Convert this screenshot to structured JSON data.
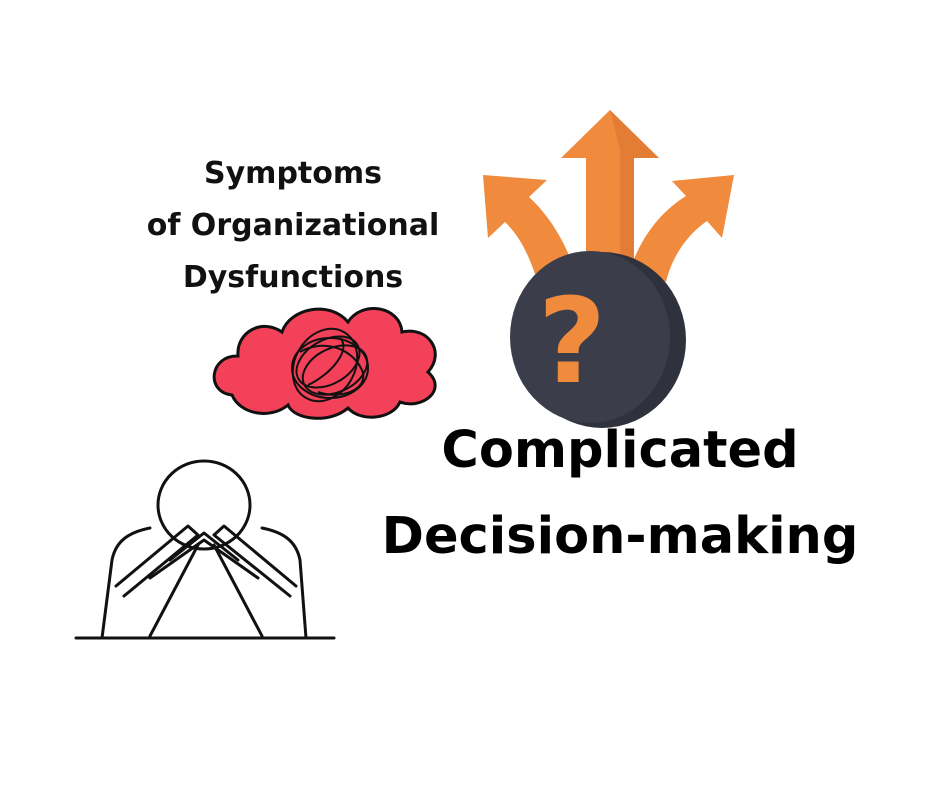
{
  "subtitle": {
    "line1": "Symptoms",
    "line2": "of Organizational",
    "line3": "Dysfunctions"
  },
  "headline": {
    "line1": "Complicated",
    "line2": "Decision-making"
  },
  "icon_glyph": "?",
  "colors": {
    "arrow": "#f08a3c",
    "arrow_dark": "#c9652a",
    "disc": "#3b3e4a",
    "cloud": "#f24158",
    "ink": "#111111"
  }
}
